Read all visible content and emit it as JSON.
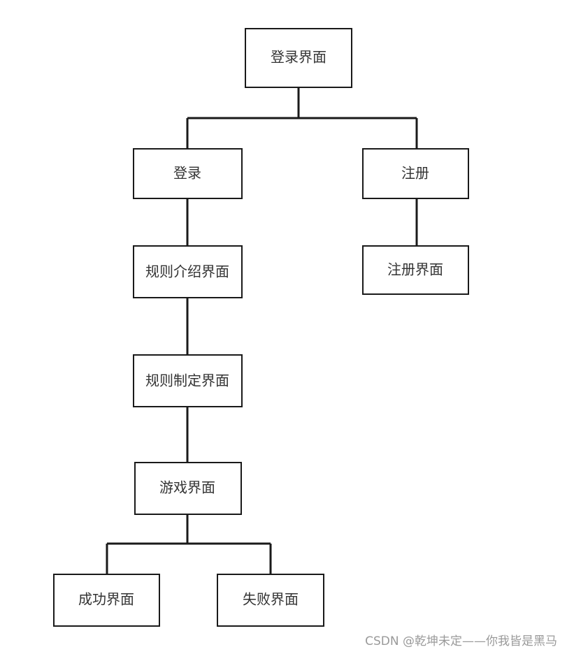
{
  "nodes": {
    "login_screen": "登录界面",
    "login": "登录",
    "register": "注册",
    "rules_intro_screen": "规则介绍界面",
    "register_screen": "注册界面",
    "rules_setup_screen": "规则制定界面",
    "game_screen": "游戏界面",
    "success_screen": "成功界面",
    "failure_screen": "失败界面"
  },
  "watermark": "CSDN @乾坤未定——你我皆是黑马"
}
